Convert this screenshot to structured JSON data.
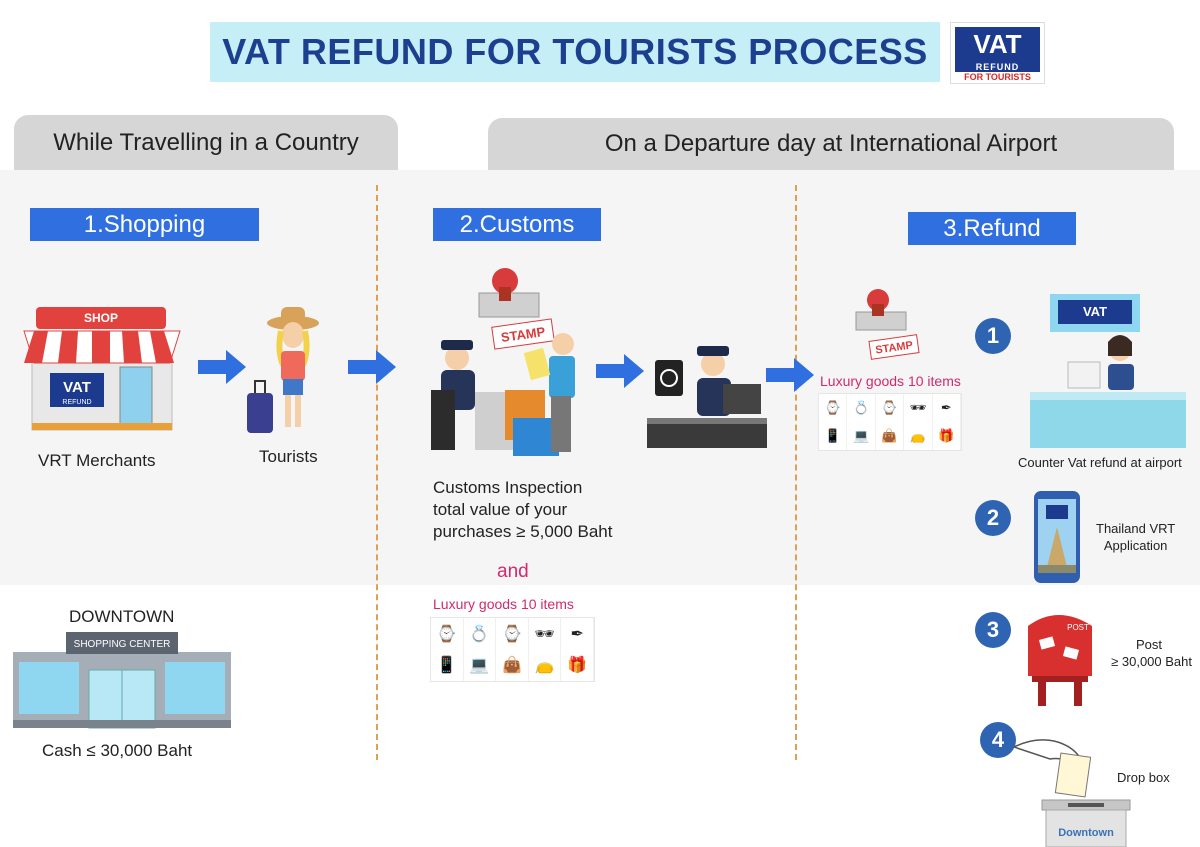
{
  "header": {
    "title": "VAT REFUND FOR TOURISTS PROCESS",
    "logo": {
      "vat": "VAT",
      "refund": "REFUND",
      "for_tourists": "FOR TOURISTS"
    }
  },
  "sections": {
    "travelling": "While Travelling in a Country",
    "departure": "On a Departure day at International Airport"
  },
  "steps": {
    "shopping": "1.Shopping",
    "customs": "2.Customs",
    "refund": "3.Refund"
  },
  "shopping": {
    "shop_sign": "SHOP",
    "merchants_label": "VRT Merchants",
    "tourists_label": "Tourists",
    "downtown_title": "DOWNTOWN",
    "shopping_center_sign": "SHOPPING CENTER",
    "cash_label": "Cash ≤  30,000 Baht"
  },
  "customs": {
    "stamp": "STAMP",
    "inspection_line1": "Customs Inspection",
    "inspection_line2": "total value of your",
    "inspection_line3": "purchases ≥  5,000 Baht",
    "and": "and",
    "luxury_label": "Luxury goods 10 items"
  },
  "refund": {
    "stamp": "STAMP",
    "luxury_label": "Luxury goods 10 items",
    "option1_number": "1",
    "counter_label": "Counter Vat refund at airport",
    "option2_number": "2",
    "app_label_line1": "Thailand VRT",
    "app_label_line2": "Application",
    "option3_number": "3",
    "post_sign": "POST",
    "post_label_line1": "Post",
    "post_label_line2": "≥  30,000 Baht",
    "option4_number": "4",
    "dropbox_label": "Drop box",
    "dropbox_sign": "Downtown"
  },
  "colors": {
    "banner": "#c6eef7",
    "title_text": "#1d3f8f",
    "step_blue": "#2f6fe0",
    "arrow_blue": "#2f6fe0",
    "divider": "#e0a050",
    "pink_text": "#d12a6e",
    "number_circle": "#2f64b3"
  }
}
